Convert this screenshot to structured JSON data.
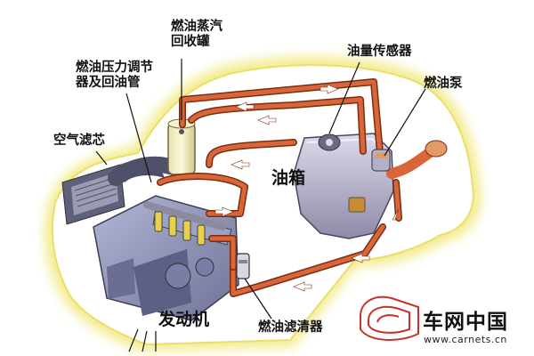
{
  "labels": {
    "evap_canister": [
      "燃油蒸汽",
      "回收罐"
    ],
    "pressure_regulator": [
      "燃油压力调节",
      "器及回油管"
    ],
    "air_filter": "空气滤芯",
    "fuel_level_sensor": "油量传感器",
    "fuel_pump": "燃油泵",
    "fuel_tank": "油箱",
    "engine": "发动机",
    "fuel_filter": "燃油滤清器"
  },
  "watermark": {
    "brand": "车网中国",
    "url": "www.carnets.cn"
  },
  "colors": {
    "car_glow": "#f6f2a8",
    "car_body": "#ffffff",
    "fuel_pipe": "#d9663a",
    "pipe_outline": "#7a2e10",
    "engine": "#8d8fb6",
    "tank": "#c2bfd6",
    "arrow": "#ffffff",
    "watermark_red": "#c8322a"
  }
}
